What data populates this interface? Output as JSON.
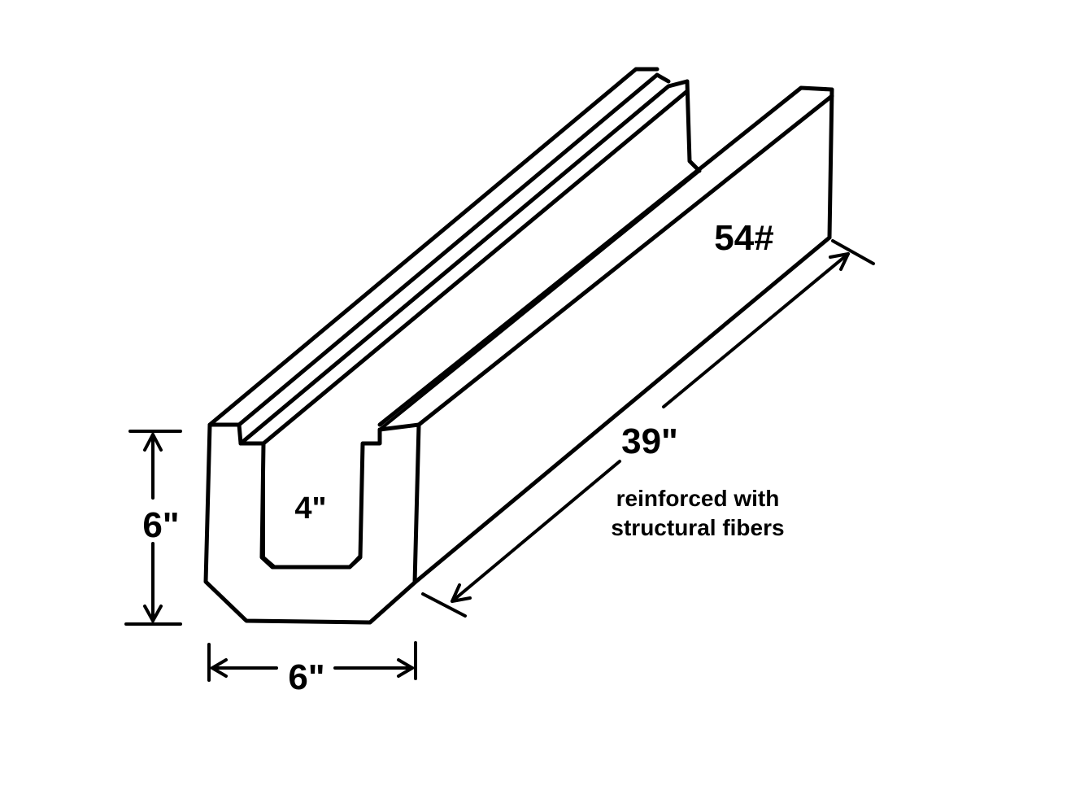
{
  "diagram": {
    "weight_label": "54#",
    "length_label": "39\"",
    "height_label": "6\"",
    "width_label": "6\"",
    "channel_width_label": "4\"",
    "note_lines": [
      "reinforced with",
      "structural fibers"
    ],
    "line_color": "#000000",
    "background": "#ffffff"
  }
}
